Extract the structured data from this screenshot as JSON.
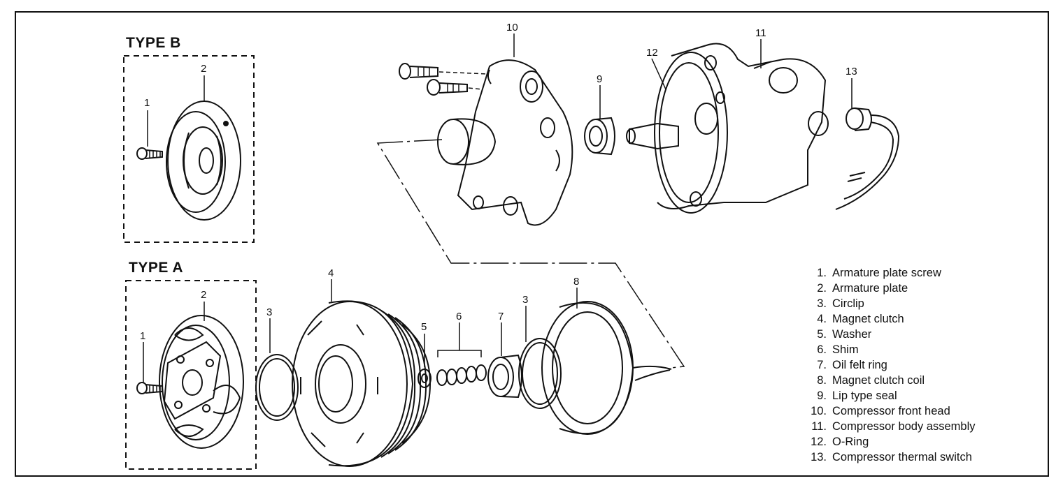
{
  "type_b_label": "TYPE B",
  "type_a_label": "TYPE A",
  "callouts": {
    "b1": "1",
    "b2": "2",
    "a1": "1",
    "a2": "2",
    "c3a": "3",
    "c4": "4",
    "c5": "5",
    "c6": "6",
    "c7": "7",
    "c3b": "3",
    "c8": "8",
    "c9": "9",
    "c10": "10",
    "c11": "11",
    "c12": "12",
    "c13": "13"
  },
  "legend": [
    {
      "num": "1.",
      "label": "Armature plate screw"
    },
    {
      "num": "2.",
      "label": "Armature plate"
    },
    {
      "num": "3.",
      "label": "Circlip"
    },
    {
      "num": "4.",
      "label": "Magnet clutch"
    },
    {
      "num": "5.",
      "label": "Washer"
    },
    {
      "num": "6.",
      "label": "Shim"
    },
    {
      "num": "7.",
      "label": "Oil felt ring"
    },
    {
      "num": "8.",
      "label": "Magnet clutch coil"
    },
    {
      "num": "9.",
      "label": "Lip type seal"
    },
    {
      "num": "10.",
      "label": "Compressor front head"
    },
    {
      "num": "11.",
      "label": "Compressor body assembly"
    },
    {
      "num": "12.",
      "label": "O-Ring"
    },
    {
      "num": "13.",
      "label": "Compressor thermal switch"
    }
  ]
}
